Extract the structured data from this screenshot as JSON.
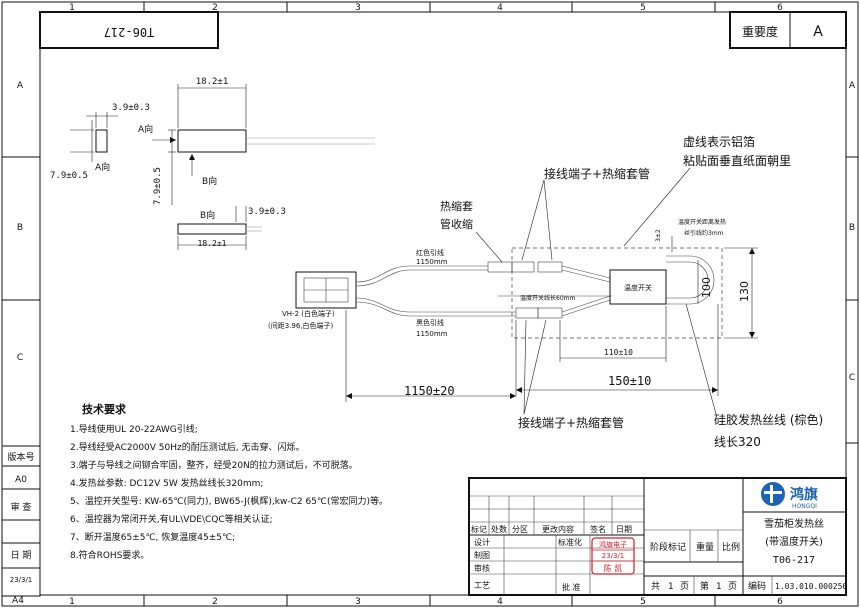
{
  "frame": {
    "col_labels": [
      "1",
      "2",
      "3",
      "4",
      "5",
      "6"
    ],
    "row_labels": [
      "A",
      "B",
      "C"
    ],
    "sheet_size": "A4"
  },
  "header": {
    "part_code_mirrored": "T06-217",
    "importance_label": "重要度",
    "importance_value": "A"
  },
  "left_margin": {
    "version_label": "版本号",
    "version_value": "A0",
    "review_label": "审 查",
    "date_label": "日 期",
    "date_value": "23/3/1"
  },
  "switch_views": {
    "length_dim": "18.2±1",
    "thickness_dim": "3.9±0.3",
    "width_dim": "7.9±0.5",
    "width_dim2": "7.9±0.5",
    "view_a": "A向",
    "view_a2": "A向",
    "view_b": "B向",
    "view_b2": "B向",
    "thickness_dim2": "3.9±0.3",
    "length_dim2": "18.2±1"
  },
  "main_view": {
    "dashed_note_line1": "虚线表示铝箔",
    "dashed_note_line2": "粘贴面垂直纸面朝里",
    "terminal_sleeve_top": "接线端子+热缩套管",
    "terminal_sleeve_bottom": "接线端子+热缩套管",
    "heat_shrink_line1": "热缩套",
    "heat_shrink_line2": "管收缩",
    "red_wire_line1": "红色引线",
    "red_wire_line2": "1150mm",
    "black_wire_line1": "黑色引线",
    "black_wire_line2": "1150mm",
    "connector_line1": "VH-2  (白色端子)",
    "connector_line2": "(间距3.96,白色端子)",
    "switch_distance_line1": "温度开关距离发热",
    "switch_distance_line2": "丝引线约3mm",
    "gap_dim": "3±2",
    "thermostat_label": "温度开关",
    "switch_lead_length": "温度开关线长60mm",
    "dim_100": "100",
    "dim_130": "130",
    "dim_110": "110±10",
    "dim_150": "150±10",
    "dim_1150": "1150±20",
    "silicone_line1": "硅胶发热丝线 (棕色)",
    "silicone_line2": "线长320"
  },
  "tech_req": {
    "title": "技术要求",
    "items": [
      "1.导线使用UL 20-22AWG引线;",
      "2.导线经受AC2000V 50Hz的耐压测试后, 无击穿、闪烁。",
      "3.端子与导线之间铆合牢固，整齐，经受20N的拉力测试后，不可脱落。",
      "4.发热丝参数: DC12V 5W 发热丝线长320mm;",
      "5、温控开关型号: KW-65℃(同力), BW65-J(枫辉),kw-C2 65℃(常宏同力)等。",
      "6、温控器为常闭开关,有UL\\VDE\\CQC等相关认证;",
      "7、断开温度65±5℃, 恢复温度45±5℃;",
      "8.符合ROHS要求。"
    ]
  },
  "title_block": {
    "rev_headers": [
      "标记",
      "处数",
      "分区",
      "更改内容",
      "签名",
      "日期"
    ],
    "rows": [
      "设计",
      "制图",
      "审核",
      "工艺"
    ],
    "standardize": "标准化",
    "approve": "批 准",
    "stamp_top": "鸿旗电子",
    "stamp_date": "23/3/1",
    "stamp_name": "陈 凯",
    "stage_mark": "阶段标记",
    "weight": "重量",
    "scale": "比例",
    "total_label": "共",
    "total_value": "1",
    "page_unit": "页",
    "sheet_label": "第",
    "sheet_value": "1",
    "sheet_unit": "页",
    "company_cn": "鸿旗",
    "company_en": "HONGQI",
    "product_line1": "雪茄柜发热丝",
    "product_line2": "(带温度开关)",
    "product_code": "T06-217",
    "code_label": "编码",
    "code_value": "1.03.010.000250"
  },
  "colors": {
    "stamp": "#d0202a",
    "logo": "#1a63b5"
  }
}
